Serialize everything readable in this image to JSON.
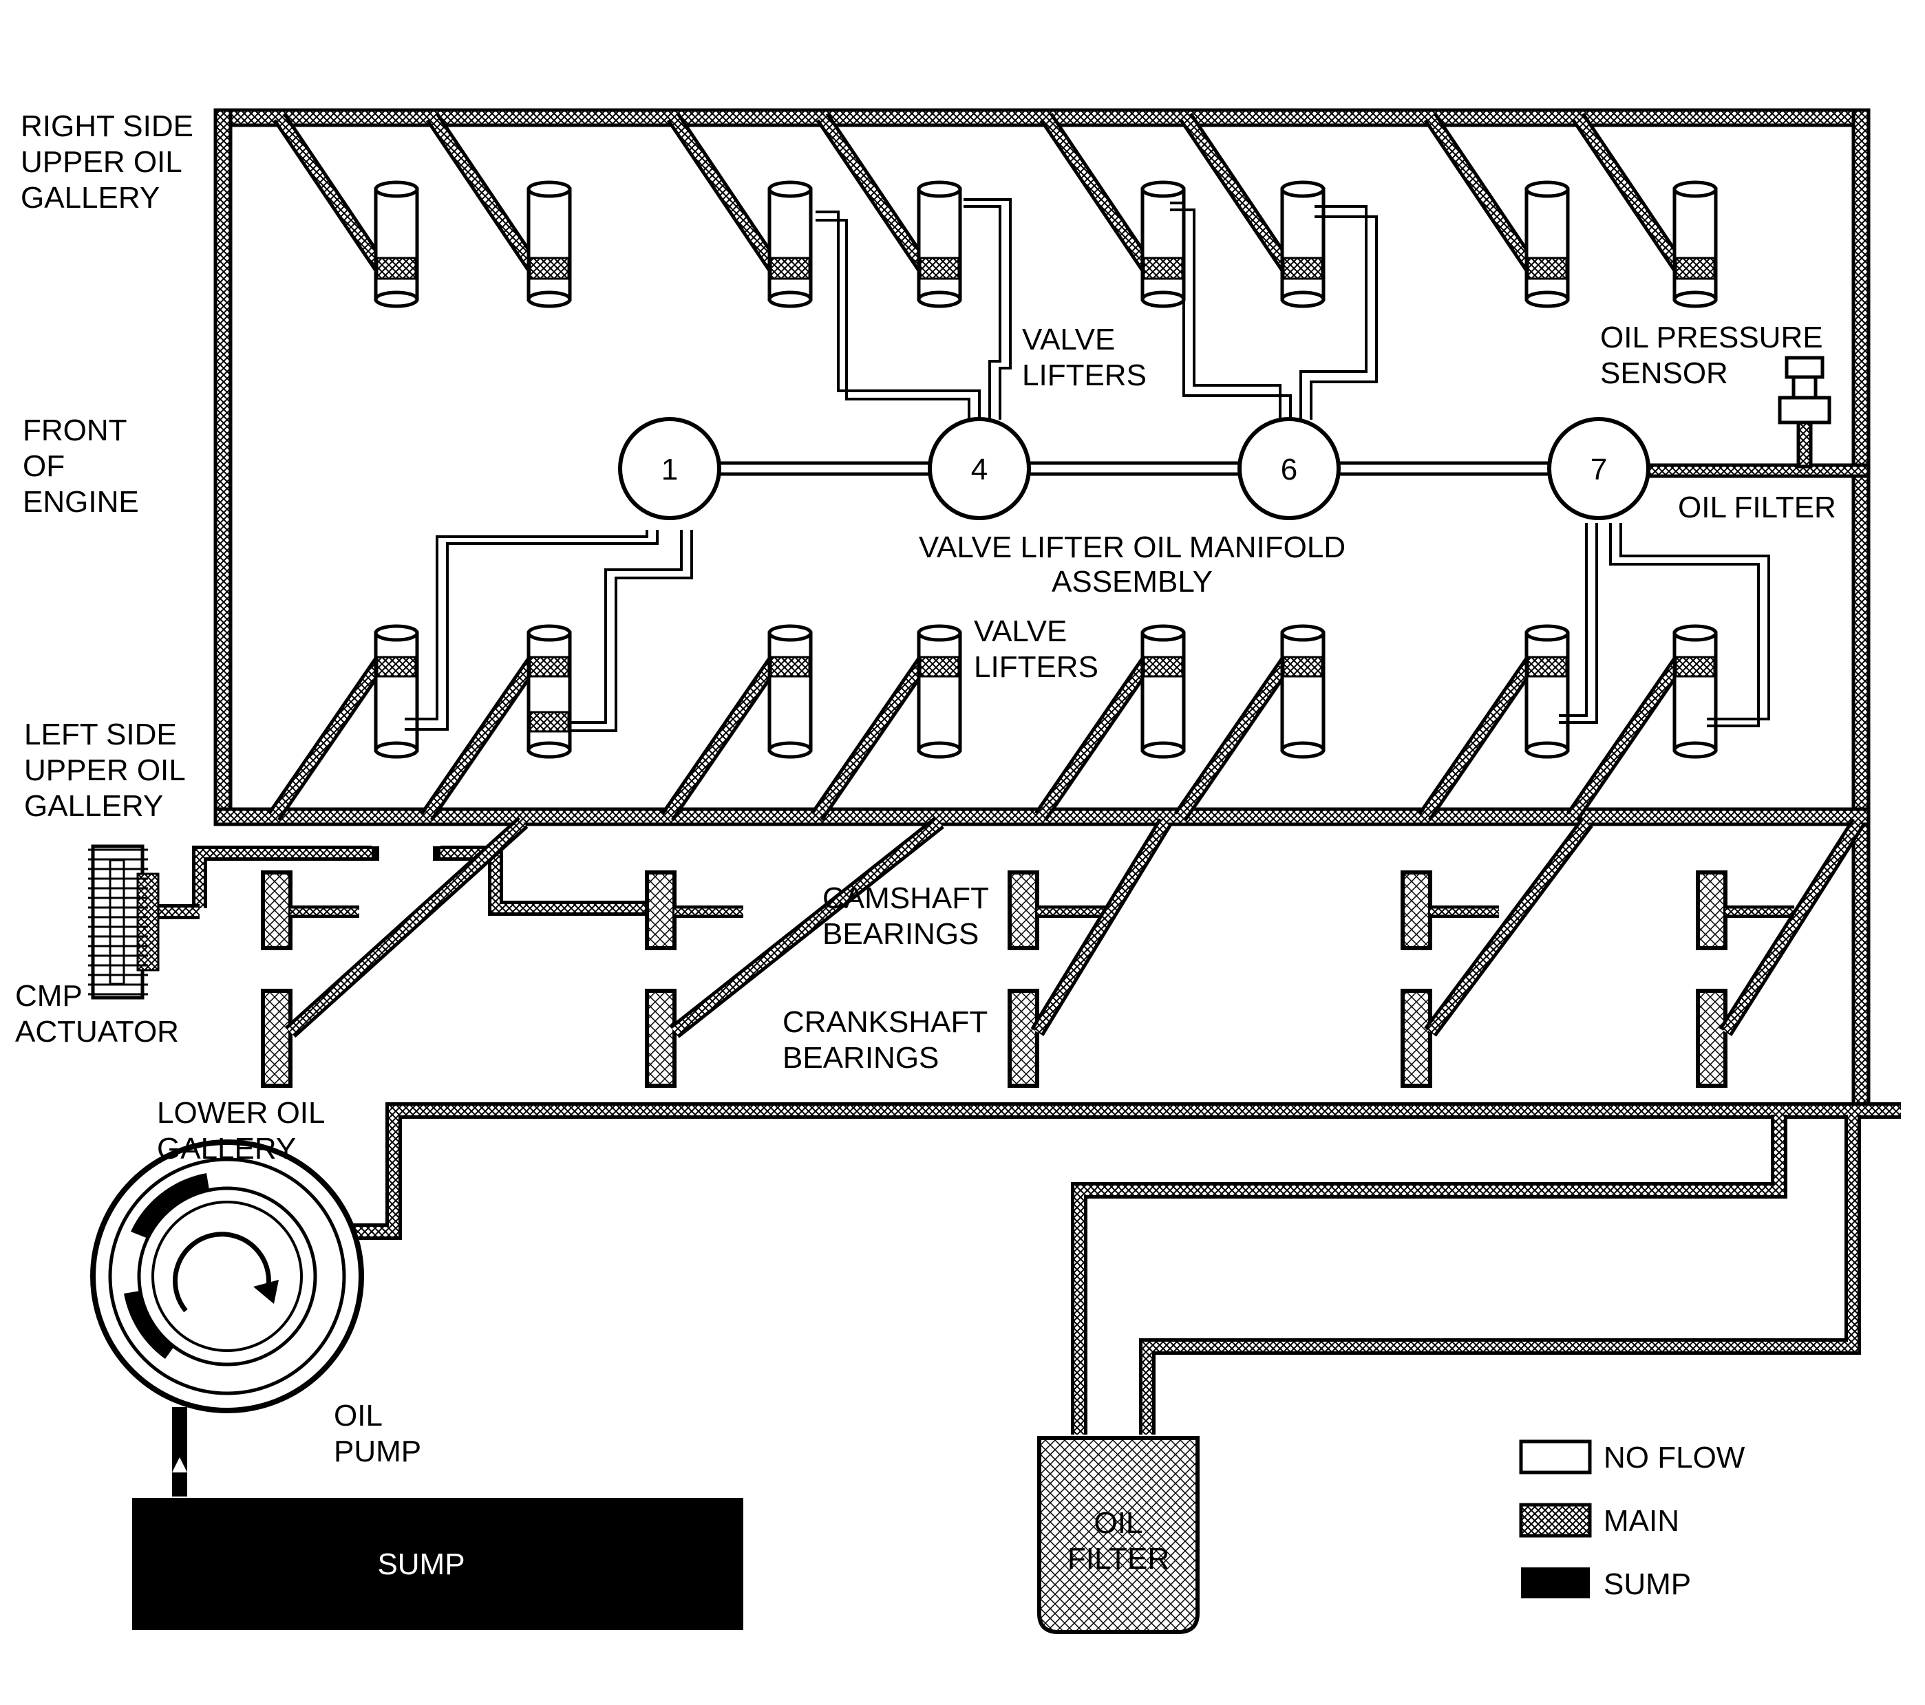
{
  "labels": {
    "right_gallery": [
      "RIGHT SIDE",
      "UPPER OIL",
      "GALLERY"
    ],
    "front": [
      "FRONT",
      "OF",
      "ENGINE"
    ],
    "left_gallery": [
      "LEFT SIDE",
      "UPPER OIL",
      "GALLERY"
    ],
    "valve_lifters_top": [
      "VALVE",
      "LIFTERS"
    ],
    "valve_lifters_bottom": [
      "VALVE",
      "LIFTERS"
    ],
    "oil_pressure_sensor": [
      "OIL PRESSURE",
      "SENSOR"
    ],
    "oil_filter_side": "OIL FILTER",
    "manifold": [
      "VALVE LIFTER OIL MANIFOLD",
      "ASSEMBLY"
    ],
    "camshaft_bearings": [
      "CAMSHAFT",
      "BEARINGS"
    ],
    "crankshaft_bearings": [
      "CRANKSHAFT",
      "BEARINGS"
    ],
    "cmp_actuator": [
      "CMP",
      "ACTUATOR"
    ],
    "lower_gallery": [
      "LOWER OIL",
      "GALLERY"
    ],
    "oil_pump": [
      "OIL",
      "PUMP"
    ],
    "sump": "SUMP",
    "oil_filter": [
      "OIL",
      "FILTER"
    ]
  },
  "manifold_ports": [
    "1",
    "4",
    "6",
    "7"
  ],
  "legend": [
    {
      "label": "NO FLOW",
      "fill": "#ffffff"
    },
    {
      "label": "MAIN",
      "fill": "hatch"
    },
    {
      "label": "SUMP",
      "fill": "#000000"
    }
  ],
  "colors": {
    "line": "#000000",
    "background": "#ffffff",
    "sump": "#000000"
  }
}
